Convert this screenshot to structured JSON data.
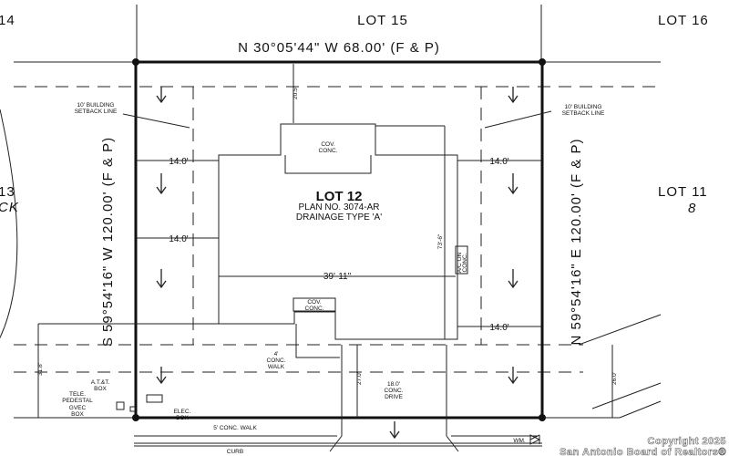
{
  "lots": {
    "top": "LOT 15",
    "top_right": "LOT 16",
    "top_left": "14",
    "left": "13",
    "left_block": "CK",
    "right": "LOT 11",
    "right_block": "8"
  },
  "bearings": {
    "top": "N 30°05'44\" W 68.00' (F & P)",
    "left": "S 59°54'16\" W 120.00' (F & P)",
    "right": "N 59°54'16\" E 120.00' (F & P)"
  },
  "lot": {
    "title": "LOT 12",
    "plan": "PLAN NO. 3074-AR",
    "drainage": "DRAINAGE TYPE 'A'"
  },
  "setback": {
    "left": [
      "10' BUILDING",
      "SETBACK LINE"
    ],
    "right": [
      "10' BUILDING",
      "SETBACK LINE"
    ]
  },
  "dimensions": {
    "front_setback": "20.5'",
    "side_left_top": "14.0'",
    "side_right_top": "14.0'",
    "side_left_bottom": "14.0'",
    "side_right_bottom": "14.0'",
    "width": "39'-11\"",
    "depth": "73'-6\"",
    "left_rear": "31.8'",
    "drive_depth": "27.0'",
    "right_rear": "26.0'"
  },
  "labels": {
    "cov_conc_top": [
      "COV.",
      "CONC."
    ],
    "cov_conc_bottom": [
      "COV.",
      "CONC."
    ],
    "ac_pad": [
      "A/C ON",
      "CONC."
    ],
    "walk": [
      "4'",
      "CONC.",
      "WALK"
    ],
    "drive": [
      "18.0'",
      "CONC.",
      "DRIVE"
    ],
    "att_box": [
      "A.T.&T.",
      "BOX"
    ],
    "tele": [
      "TELE.",
      "PEDESTAL"
    ],
    "gvec": [
      "GVEC",
      "BOX"
    ],
    "elec": [
      "ELEC.",
      "BOX"
    ],
    "sidewalk": "5' CONC. WALK",
    "curb": "CURB",
    "wm": "WM."
  },
  "watermark": [
    "Copyright 2025",
    "San Antonio Board of Realtors®"
  ]
}
